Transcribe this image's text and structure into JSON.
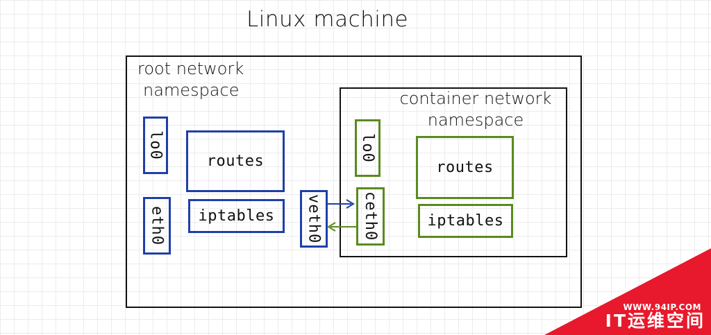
{
  "title": "Linux machine",
  "root_namespace": {
    "label_line1": "root network",
    "label_line2": "namespace",
    "lo": "lo0",
    "eth": "eth0",
    "routes": "routes",
    "iptables": "iptables",
    "veth": "veth0"
  },
  "container_namespace": {
    "label_line1": "container network",
    "label_line2": "namespace",
    "lo": "lo0",
    "eth": "ceth0",
    "routes": "routes",
    "iptables": "iptables"
  },
  "watermark": {
    "url": "WWW.94IP.COM",
    "name": "IT运维空间"
  },
  "colors": {
    "root": "#1f3fa8",
    "container": "#5a8a1e",
    "watermark": "#e8192c"
  }
}
